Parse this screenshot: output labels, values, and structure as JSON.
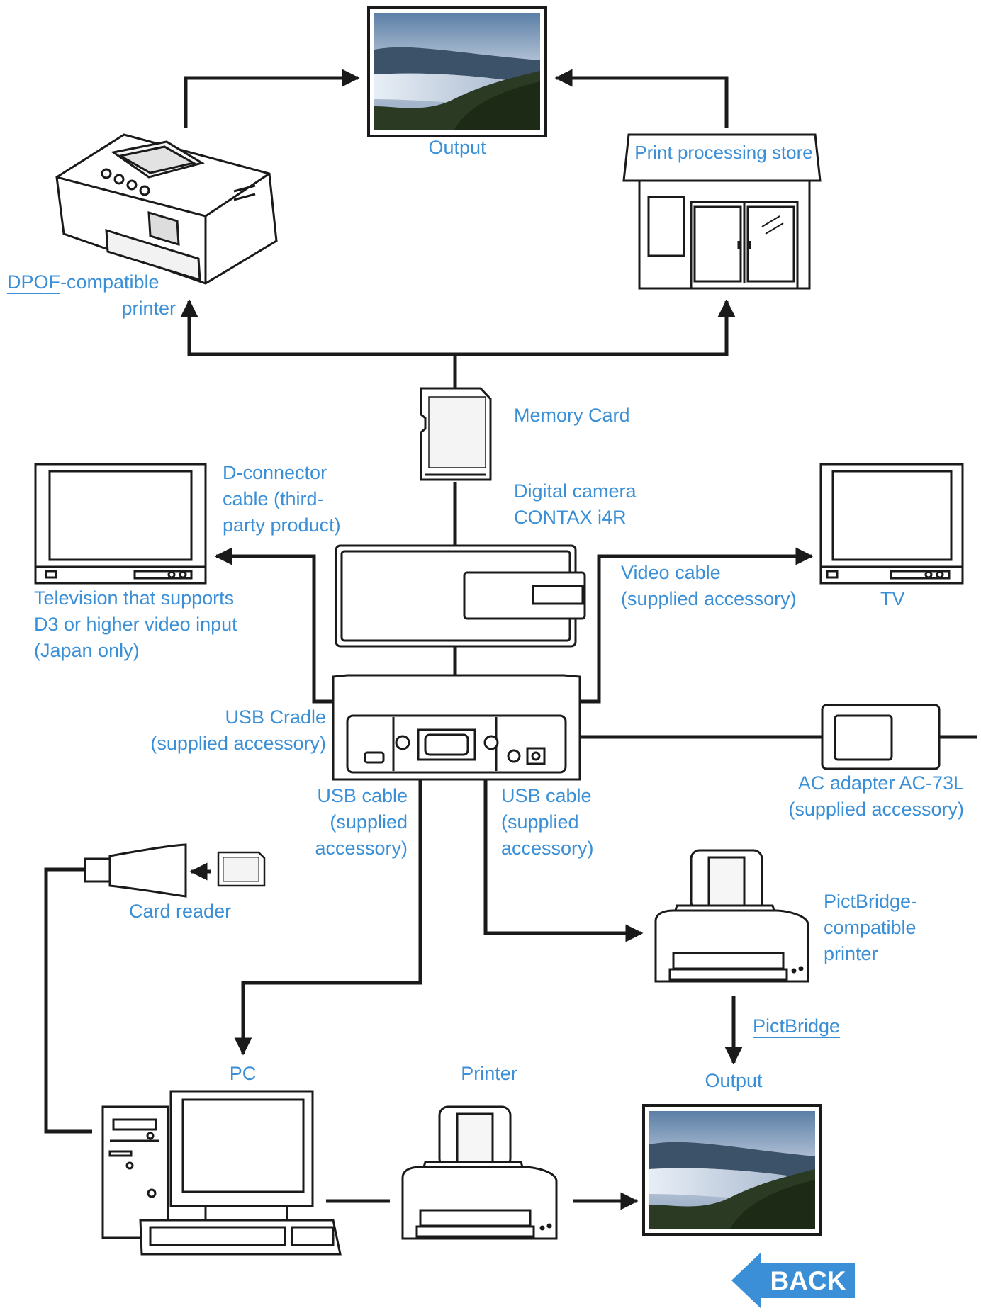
{
  "labels": {
    "output_top": "Output",
    "print_store": "Print processing store",
    "dpof_link": "DPOF",
    "dpof_rest": "-compatible",
    "dpof_line2": "printer",
    "memory_card": "Memory Card",
    "camera_line1": "Digital camera",
    "camera_line2": "CONTAX i4R",
    "dconn_line1": "D-connector",
    "dconn_line2": "cable (third-",
    "dconn_line3": "party product)",
    "tv_d3_line1": "Television that supports",
    "tv_d3_line2": "D3 or higher video input",
    "tv_d3_line3": "(Japan only)",
    "video_line1": "Video cable",
    "video_line2": "(supplied accessory)",
    "tv": "TV",
    "cradle_line1": "USB Cradle",
    "cradle_line2": "(supplied accessory)",
    "ac_line1": "AC adapter AC-73L",
    "ac_line2": "(supplied accessory)",
    "usb_left_line1": "USB cable",
    "usb_left_line2": "(supplied",
    "usb_left_line3": "accessory)",
    "usb_right_line1": "USB cable",
    "usb_right_line2": "(supplied",
    "usb_right_line3": "accessory)",
    "card_reader": "Card reader",
    "pictbridge_printer_line1": "PictBridge-",
    "pictbridge_printer_line2": "compatible",
    "pictbridge_printer_line3": "printer",
    "pictbridge_link": "PictBridge",
    "output_bottom": "Output",
    "pc": "PC",
    "printer": "Printer"
  },
  "back_button": {
    "label": "BACK"
  },
  "colors": {
    "label_text": "#3a8fd6",
    "line": "#1a1a1a",
    "back_button_fill": "#3a8fd6",
    "back_button_text": "#ffffff"
  },
  "icons": [
    "photo-output",
    "dpof-printer",
    "print-store",
    "memory-card",
    "television",
    "camera",
    "usb-cradle",
    "ac-adapter",
    "card-reader",
    "sd-card",
    "pictbridge-printer",
    "pc",
    "printer",
    "back-arrow"
  ]
}
